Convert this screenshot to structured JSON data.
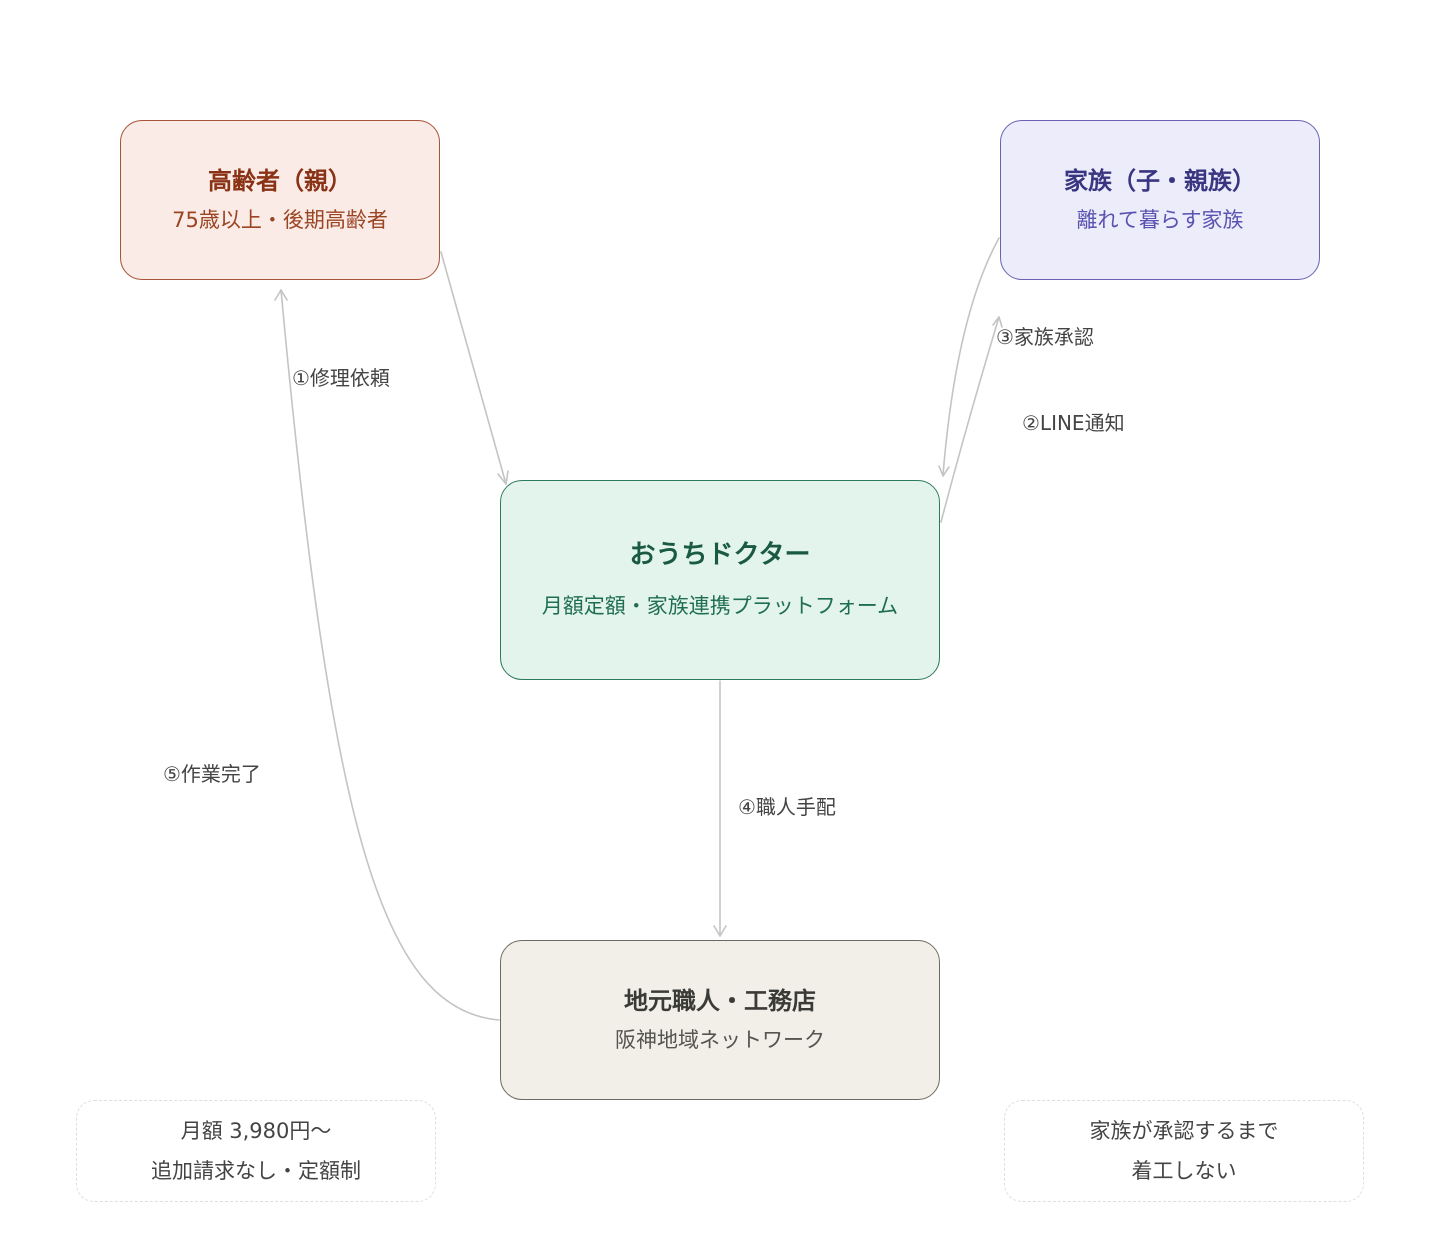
{
  "nodes": {
    "elderly": {
      "title": "高齢者（親）",
      "subtitle": "75歳以上・後期高齢者"
    },
    "family": {
      "title": "家族（子・親族）",
      "subtitle": "離れて暮らす家族"
    },
    "platform": {
      "title": "おうちドクター",
      "subtitle": "月額定額・家族連携プラットフォーム"
    },
    "craftsmen": {
      "title": "地元職人・工務店",
      "subtitle": "阪神地域ネットワーク"
    }
  },
  "edges": {
    "request": "①修理依頼",
    "line": "②LINE通知",
    "approve": "③家族承認",
    "dispatch": "④職人手配",
    "complete": "⑤作業完了"
  },
  "notes": {
    "price": {
      "line1": "月額 3,980円〜",
      "line2": "追加請求なし・定額制"
    },
    "approval": {
      "line1": "家族が承認するまで",
      "line2": "着工しない"
    }
  },
  "colors": {
    "elderly_fill": "#fbebe6",
    "elderly_stroke": "#a85236",
    "family_fill": "#ececfb",
    "family_stroke": "#6a63b5",
    "platform_fill": "#e3f4ec",
    "platform_stroke": "#2f7a5c",
    "craftsmen_fill": "#f2efe8",
    "craftsmen_stroke": "#6f6b62",
    "edge": "#c4c4c4"
  }
}
